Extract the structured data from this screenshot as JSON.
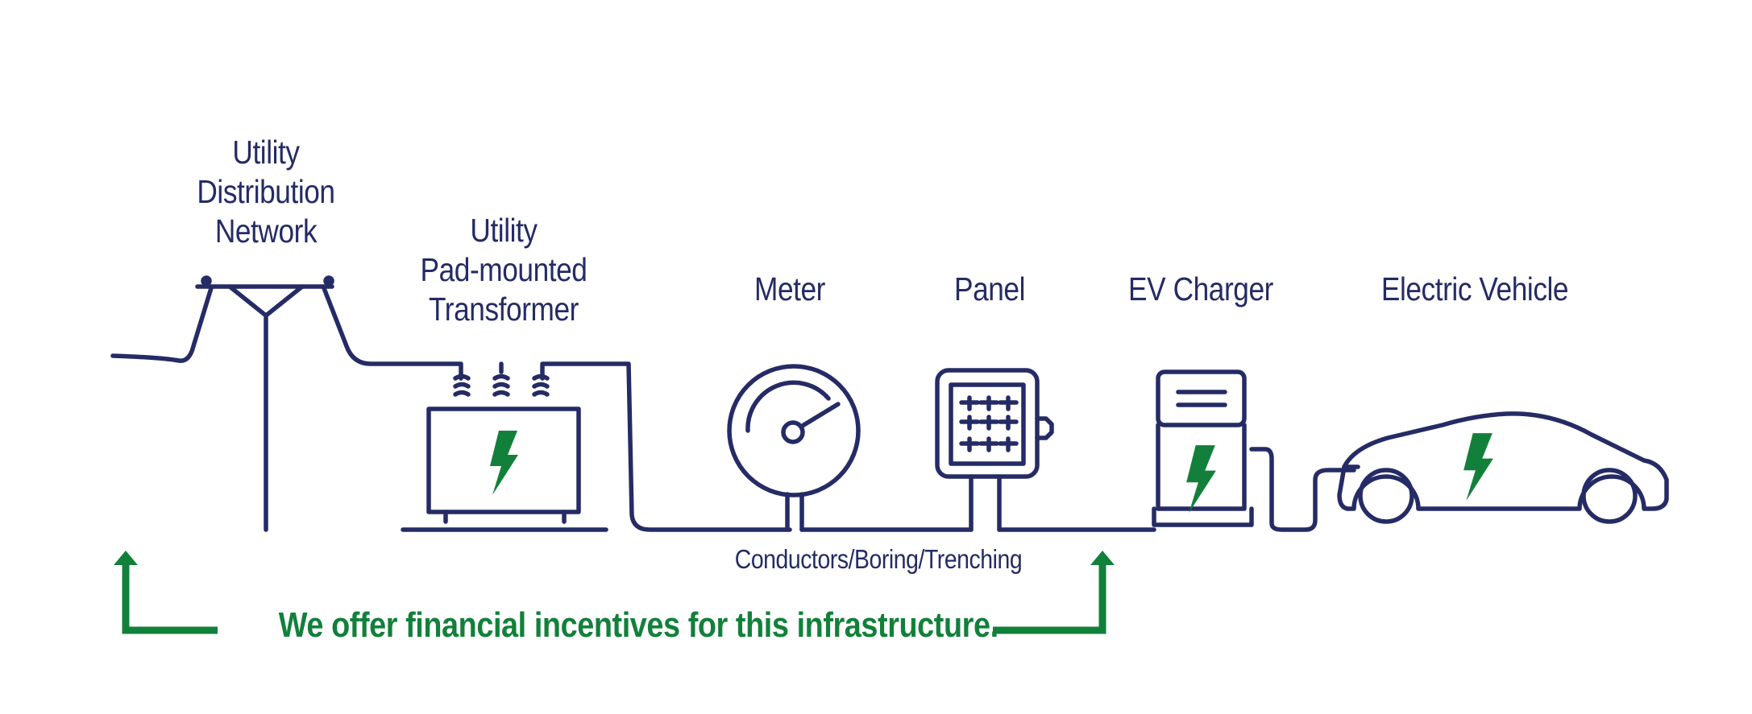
{
  "labels": {
    "distribution_network": [
      "Utility",
      "Distribution",
      "Network"
    ],
    "transformer": [
      "Utility",
      "Pad-mounted",
      "Transformer"
    ],
    "meter": "Meter",
    "panel": "Panel",
    "ev_charger": "EV Charger",
    "electric_vehicle": "Electric Vehicle",
    "conductors": "Conductors/Boring/Trenching",
    "incentives": "We offer financial incentives for this infrastructure."
  },
  "colors": {
    "line": "#252b65",
    "accent": "#12803a",
    "background": "#ffffff"
  },
  "icons": [
    "utility-pole-icon",
    "transformer-icon",
    "meter-icon",
    "panel-icon",
    "ev-charger-icon",
    "electric-vehicle-icon",
    "lightning-bolt-icon",
    "arrow-up-icon"
  ]
}
